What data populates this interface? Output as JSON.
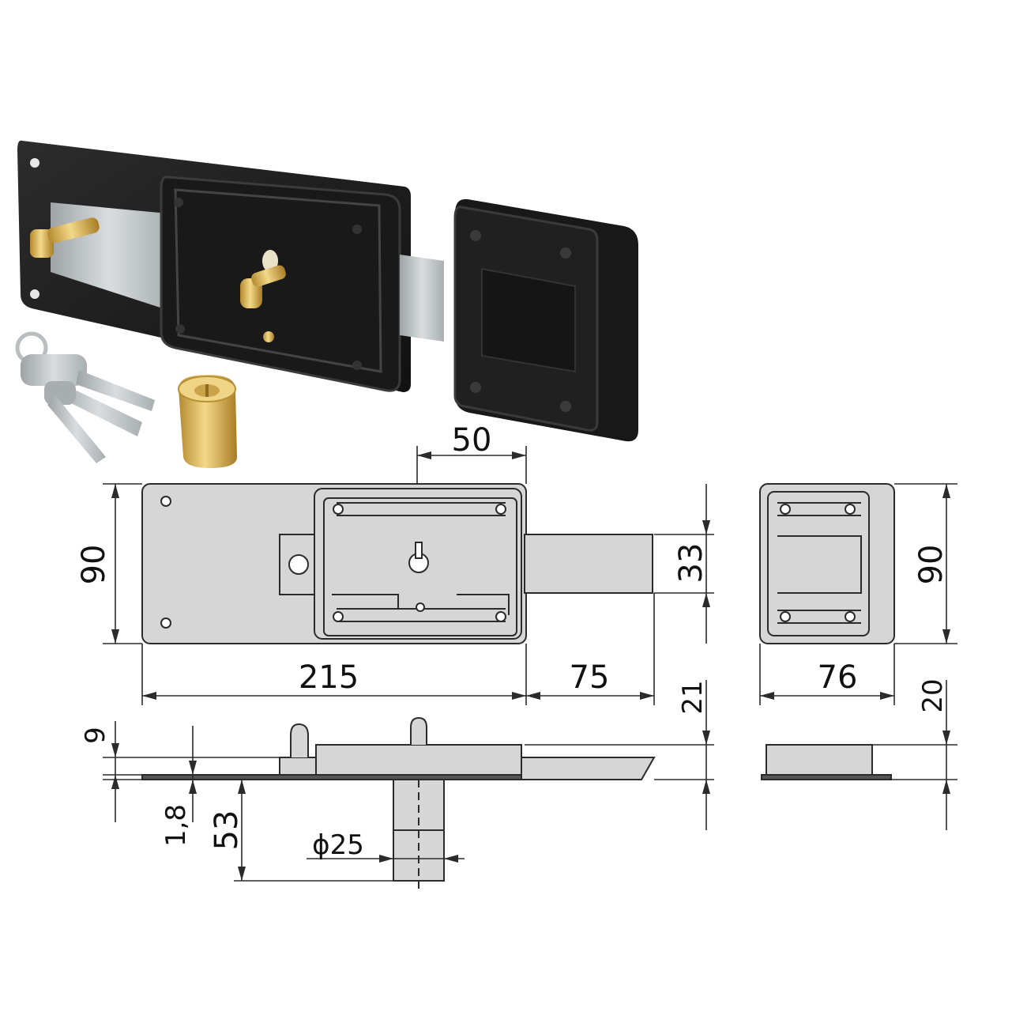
{
  "colors": {
    "lock_body": "#1b1b1b",
    "lock_highlight": "#3a3a3a",
    "brass": "#d8b55a",
    "steel": "#bfc4c6",
    "drawing_fill": "#d6d6d6",
    "line": "#2b2b2b"
  },
  "dimensions": {
    "bolt_offset": "50",
    "height_left": "90",
    "bolt_height": "33",
    "height_right": "90",
    "length": "215",
    "bolt_throw": "75",
    "keeper_width": "76",
    "thickness_case": "21",
    "thickness_keeper": "20",
    "knob_height": "9",
    "plate": "1,8",
    "cylinder_length": "53",
    "cylinder_diameter": "ϕ25"
  }
}
